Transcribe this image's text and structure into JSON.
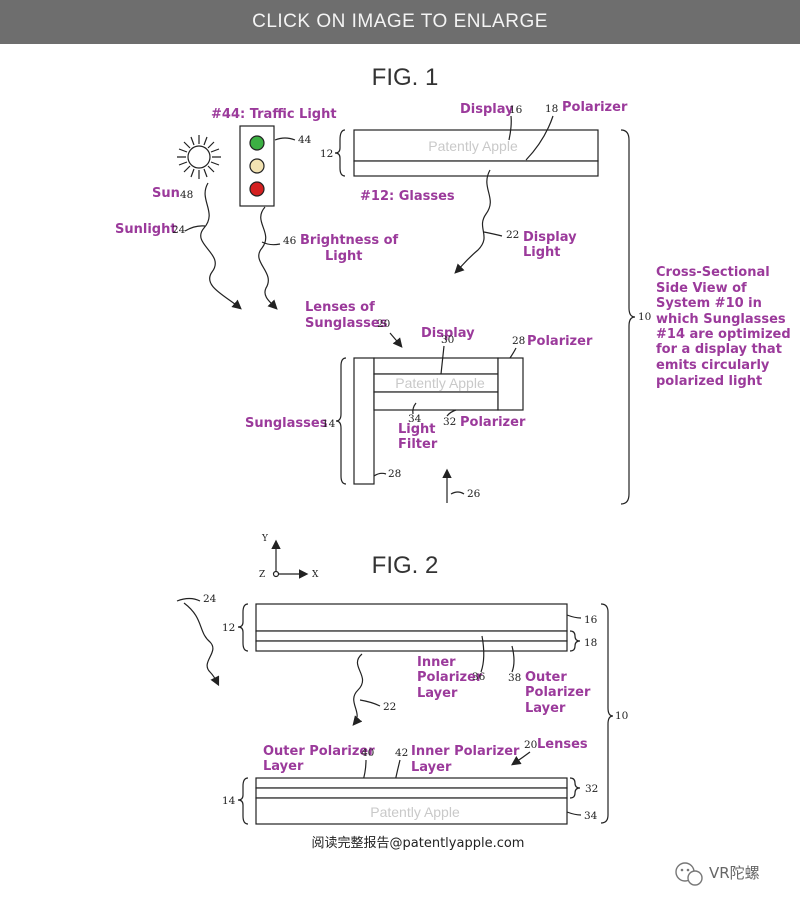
{
  "banner": {
    "text": "CLICK ON IMAGE TO ENLARGE"
  },
  "fig1": {
    "title": "FIG. 1",
    "labels": {
      "traffic_light": "#44: Traffic Light",
      "display_top": "Display",
      "polarizer_top": "Polarizer",
      "sun": "Sun",
      "glasses": "#12: Glasses",
      "sunlight": "Sunlight",
      "brightness_1": "Brightness of",
      "brightness_2": "Light",
      "display_light_1": "Display",
      "display_light_2": "Light",
      "lenses_1": "Lenses of",
      "lenses_2": "Sunglasses",
      "display_mid": "Display",
      "polarizer_mid": "Polarizer",
      "sunglasses": "Sunglasses",
      "light_filter_1": "Light",
      "light_filter_2": "Filter",
      "polarizer_low": "Polarizer"
    },
    "numbers": {
      "n44": "44",
      "n16": "16",
      "n18": "18",
      "n12": "12",
      "n48": "48",
      "n24": "24",
      "n46": "46",
      "n22": "22",
      "n20": "20",
      "n30": "30",
      "n28a": "28",
      "n14": "14",
      "n34": "34",
      "n32": "32",
      "n28b": "28",
      "n26": "26",
      "n10": "10"
    },
    "description": [
      "Cross-Sectional",
      "Side View of",
      "System #10 in",
      "which Sunglasses",
      "#14 are optimized",
      "for a display that",
      "emits circularly",
      "polarized light"
    ],
    "watermark": "Patently Apple"
  },
  "fig2": {
    "title": "FIG. 2",
    "axes": {
      "y": "Y",
      "z": "Z",
      "x": "X"
    },
    "labels": {
      "inner_1": "Inner",
      "inner_2": "Polarizer",
      "inner_3": "Layer",
      "outer_1": "Outer",
      "outer_2": "Polarizer",
      "outer_3": "Layer",
      "lenses": "Lenses",
      "outer_low_1": "Outer Polarizer",
      "outer_low_2": "Layer",
      "inner_low_1": "Inner Polarizer",
      "inner_low_2": "Layer"
    },
    "numbers": {
      "n24": "24",
      "n12": "12",
      "n16": "16",
      "n18": "18",
      "n36": "36",
      "n38": "38",
      "n22": "22",
      "n10": "10",
      "n20": "20",
      "n40": "40",
      "n42": "42",
      "n32": "32",
      "n14": "14",
      "n34": "34"
    },
    "watermark": "Patently Apple"
  },
  "footer": {
    "text": "阅读完整报告@patentlyapple.com",
    "brand": "VR陀螺"
  },
  "colors": {
    "label": "#9b3a9b",
    "banner": "#6e6e6e",
    "green": "#3cb043",
    "amber": "#f2e2b2",
    "red": "#d42020"
  }
}
